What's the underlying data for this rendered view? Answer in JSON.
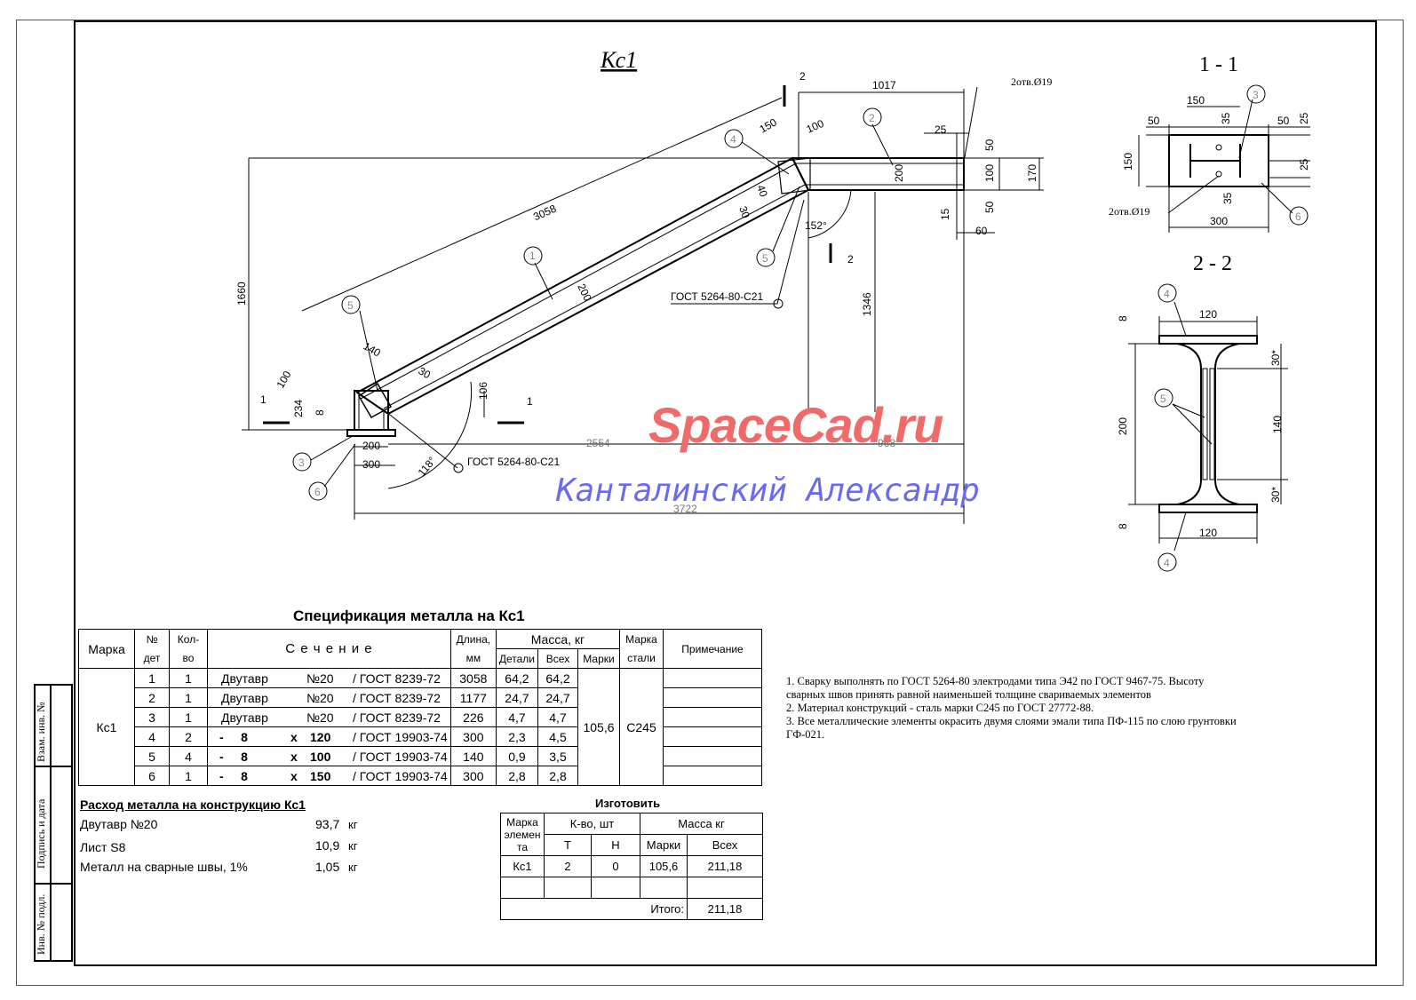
{
  "drawing": {
    "title": "Кс1",
    "section_1_title": "1 - 1",
    "section_2_title": "2 - 2",
    "weld_callout_1": "ГОСТ 5264-80-С21",
    "weld_callout_2": "ГОСТ 5264-80-С21",
    "holes_1": "2отв.Ø19",
    "holes_2": "2отв.Ø19",
    "dims": {
      "d3058": "3058",
      "d1660": "1660",
      "d1017": "1017",
      "d1346": "1346",
      "d2554": "2554",
      "d968": "968",
      "d3722": "3722",
      "d200": "200",
      "d300": "300",
      "d234": "234",
      "d8": "8",
      "d106": "106",
      "d140": "140",
      "d100": "100",
      "d30": "30",
      "d150": "150",
      "d25": "25",
      "d50": "50",
      "d170": "170",
      "d15": "15",
      "d60": "60",
      "d118": "118°",
      "d152": "152°",
      "d40": "40",
      "d1": "1",
      "d2": "2"
    },
    "sec1": {
      "d150": "150",
      "d50": "50",
      "d35": "35",
      "d25": "25",
      "d300": "300"
    },
    "sec2": {
      "d120": "120",
      "d8": "8",
      "d30s": "30*",
      "d140": "140",
      "d200": "200"
    },
    "callouts": [
      "1",
      "2",
      "3",
      "4",
      "5",
      "6"
    ]
  },
  "spec": {
    "title": "Спецификация металла на Кс1",
    "headers": {
      "mark": "Марка",
      "num": "№",
      "num2": "дет",
      "qty": "Кол-",
      "qty2": "во",
      "section": "С е ч е н и е",
      "length": "Длина,",
      "length2": "мм",
      "mass": "Масса,   кг",
      "mass_detail": "Детали",
      "mass_all": "Всех",
      "mass_mark": "Марки",
      "steel": "Марка",
      "steel2": "стали",
      "note": "Примечание"
    },
    "mark": "Кс1",
    "mass_mark": "105,6",
    "steel": "С245",
    "rows": [
      {
        "n": "1",
        "q": "1",
        "a": "Двутавр",
        "b": "№20",
        "c": "",
        "g": "/ ГОСТ 8239-72",
        "l": "3058",
        "md": "64,2",
        "ma": "64,2"
      },
      {
        "n": "2",
        "q": "1",
        "a": "Двутавр",
        "b": "№20",
        "c": "",
        "g": "/ ГОСТ 8239-72",
        "l": "1177",
        "md": "24,7",
        "ma": "24,7"
      },
      {
        "n": "3",
        "q": "1",
        "a": "Двутавр",
        "b": "№20",
        "c": "",
        "g": "/ ГОСТ 8239-72",
        "l": "226",
        "md": "4,7",
        "ma": "4,7"
      },
      {
        "n": "4",
        "q": "2",
        "a": "-     8",
        "b": "x",
        "c": "120",
        "g": "/ ГОСТ 19903-74",
        "l": "300",
        "md": "2,3",
        "ma": "4,5"
      },
      {
        "n": "5",
        "q": "4",
        "a": "-     8",
        "b": "x",
        "c": "100",
        "g": "/ ГОСТ 19903-74",
        "l": "140",
        "md": "0,9",
        "ma": "3,5"
      },
      {
        "n": "6",
        "q": "1",
        "a": "-     8",
        "b": "x",
        "c": "150",
        "g": "/ ГОСТ 19903-74",
        "l": "300",
        "md": "2,8",
        "ma": "2,8"
      }
    ]
  },
  "consumption": {
    "title": "Расход металла на конструкцию Кс1",
    "rows": [
      {
        "name": "Двутавр №20",
        "value": "93,7",
        "unit": "кг"
      },
      {
        "name": "Лист S8",
        "value": "10,9",
        "unit": "кг"
      },
      {
        "name": "Металл на сварные швы, 1%",
        "value": "1,05",
        "unit": "кг"
      }
    ]
  },
  "make": {
    "title": "Изготовить",
    "h_mark": "Марка элемен та",
    "h_qty": "К-во, шт",
    "h_t": "Т",
    "h_n": "Н",
    "h_mass": "Масса кг",
    "h_mass_mark": "Марки",
    "h_mass_all": "Всех",
    "row": {
      "mark": "Кс1",
      "t": "2",
      "n": "0",
      "mm": "105,6",
      "ma": "211,18"
    },
    "total_label": "Итого:",
    "total": "211,18"
  },
  "notes": [
    "1. Сварку выполнять по ГОСТ 5264-80 электродами типа Э42 по ГОСТ 9467-75. Высоту",
    "сварных швов принять равной наименьшей толщине свариваемых элементов",
    "2. Материал конструкций - сталь марки С245 по ГОСТ 27772-88.",
    "3. Все металлические элементы окрасить двумя слоями эмали типа ПФ-115 по слою грунтовки",
    "ГФ-021."
  ],
  "stamp": {
    "inv_replace": "Взам. инв. №",
    "sign_date": "Подпись и дата",
    "inv_orig": "Инв. № подл."
  },
  "watermark": {
    "line1": "SpaceCad.ru",
    "line2": "Канталинский Александр"
  }
}
